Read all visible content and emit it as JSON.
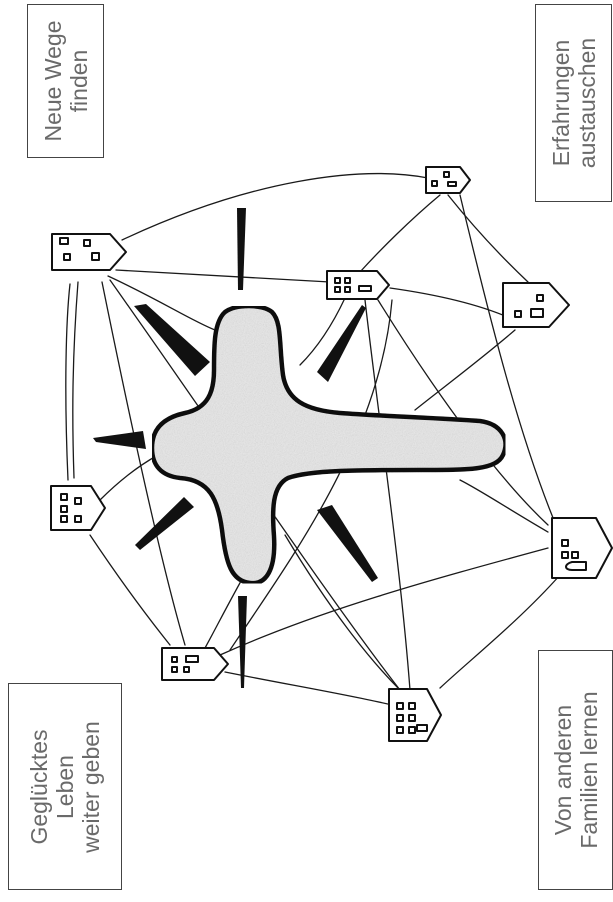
{
  "labels": {
    "neue_wege": {
      "line1": "Neue Wege",
      "line2": "finden"
    },
    "erfahrungen": {
      "line1": "Erfahrungen",
      "line2": "austauschen"
    },
    "gegluecktes": {
      "line1": "Geglücktes",
      "line2": "Leben",
      "line3": "weiter geben"
    },
    "von_anderen": {
      "line1": "Von anderen",
      "line2": "Familien lernen"
    }
  },
  "colors": {
    "ink": "#1a1a1a",
    "label_text": "#6a6a6a",
    "cross_fill": "#e9e9e9",
    "box_border": "#444444"
  },
  "icons": [
    "cross-icon",
    "house-icon",
    "spike-icon"
  ]
}
